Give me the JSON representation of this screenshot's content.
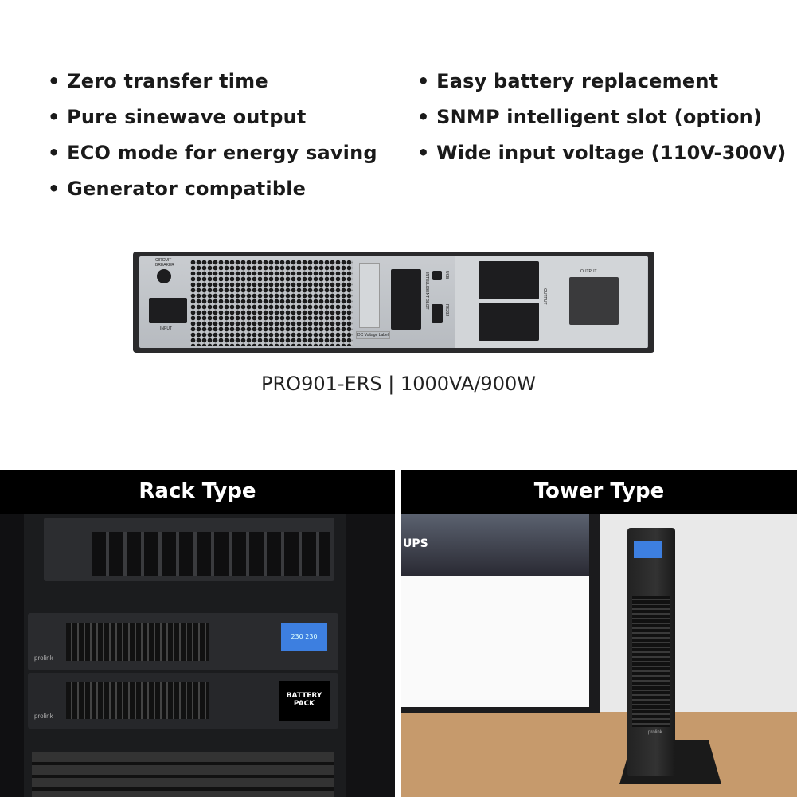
{
  "features_left": [
    "Zero transfer time",
    "Pure sinewave output",
    "ECO mode for energy saving",
    "Generator compatible"
  ],
  "features_right": [
    "Easy battery replacement",
    "SNMP intelligent slot (option)",
    "Wide input voltage (110V-300V)"
  ],
  "panel_labels": {
    "breaker": "CIRCUIT BREAKER",
    "input": "INPUT",
    "dc_label": "DC Voltage Label",
    "slot": "INTELLIGENT SLOT",
    "usb": "USB",
    "rs232": "RS232",
    "output_side": "OUTPUT",
    "output": "OUTPUT"
  },
  "caption": "PRO901-ERS | 1000VA/900W",
  "rack": {
    "title": "Rack Type",
    "brand": "prolink",
    "battery": "BATTERY PACK",
    "lcd": "230 230"
  },
  "tower": {
    "title": "Tower Type",
    "screen_heading": "UPS",
    "brand": "prolink"
  }
}
